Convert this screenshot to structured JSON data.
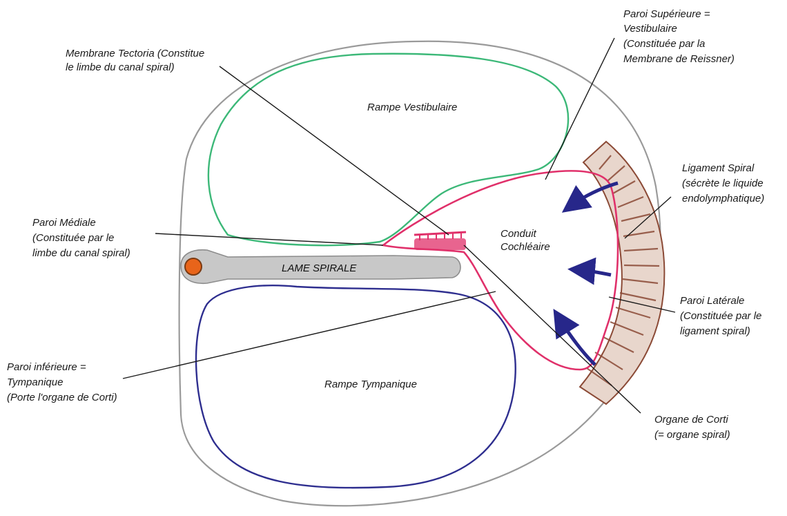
{
  "regions": {
    "rampe_vestibulaire": "Rampe Vestibulaire",
    "rampe_tympanique": "Rampe Tympanique",
    "conduit_line1": "Conduit",
    "conduit_line2": "Cochléaire",
    "lame_spirale": "LAME SPIRALE"
  },
  "callouts": {
    "membrane_tectoria": [
      "Membrane Tectoria (Constitue",
      "le limbe du canal spiral)"
    ],
    "paroi_superieure": [
      "Paroi Supérieure =",
      "Vestibulaire",
      "(Constituée par la",
      "Membrane de Reissner)"
    ],
    "ligament_spiral": [
      "Ligament Spiral",
      "(sécrète le liquide",
      "endolymphatique)"
    ],
    "paroi_mediale": [
      "Paroi Médiale",
      "(Constituée par le",
      "limbe du canal spiral)"
    ],
    "paroi_laterale": [
      "Paroi Latérale",
      "(Constituée par le",
      "ligament spiral)"
    ],
    "paroi_inferieure": [
      "Paroi inférieure =",
      "Tympanique",
      "(Porte l'organe de Corti)"
    ],
    "organe_corti": [
      "Organe de Corti",
      "(= organe spiral)"
    ]
  },
  "colors": {
    "outer_wall": "#9a9a9a",
    "rampe_vestibulaire": "#3cb878",
    "rampe_tympanique": "#2e2e8f",
    "conduit_cochleaire": "#e0306a",
    "ligament": "#8b4a36",
    "lame_spirale_fill": "#c8c8c8",
    "ganglion": "#e8641a",
    "arrows": "#27278a"
  },
  "icons": {
    "secretion_arrows": "curved-arrow-icon"
  }
}
